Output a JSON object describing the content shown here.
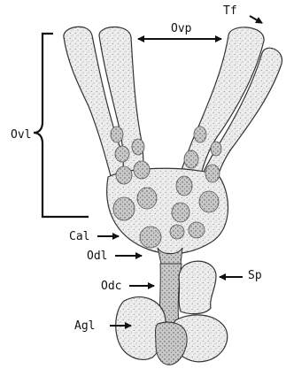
{
  "labels": {
    "tf": "Tf",
    "ovp": "Ovp",
    "ovl": "Ovl",
    "cal": "Cal",
    "odl": "Odl",
    "odc": "Odc",
    "sp": "Sp",
    "agl": "Agl"
  },
  "colors": {
    "ink": "#111111",
    "tissue_fill": "#ebebeb",
    "tissue_dark": "#9a9a9a",
    "background": "#ffffff"
  }
}
